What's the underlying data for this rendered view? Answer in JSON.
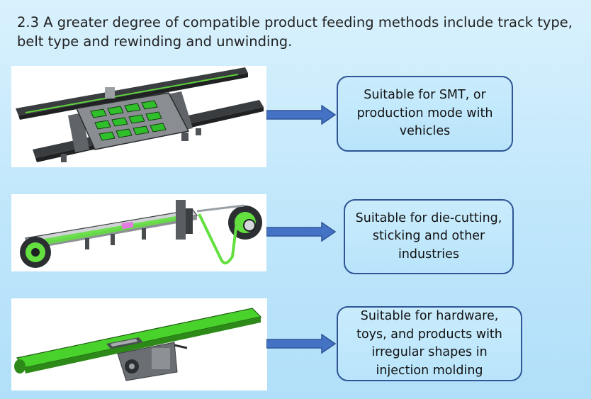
{
  "slide": {
    "title": "2.3 A greater degree of compatible product feeding methods include track type, belt type and rewinding and unwinding."
  },
  "colors": {
    "box_border": "#2f5597",
    "arrow_fill": "#4472c4",
    "belt_green": "#49d22b"
  },
  "rows": [
    {
      "image_icon": "track-type-feeder-render",
      "label": "Suitable for SMT, or production mode with vehicles"
    },
    {
      "image_icon": "rewind-unwind-feeder-render",
      "label": "Suitable for die-cutting, sticking and other industries"
    },
    {
      "image_icon": "belt-conveyor-feeder-render",
      "label": "Suitable for hardware, toys, and products with irregular shapes in injection molding"
    }
  ]
}
